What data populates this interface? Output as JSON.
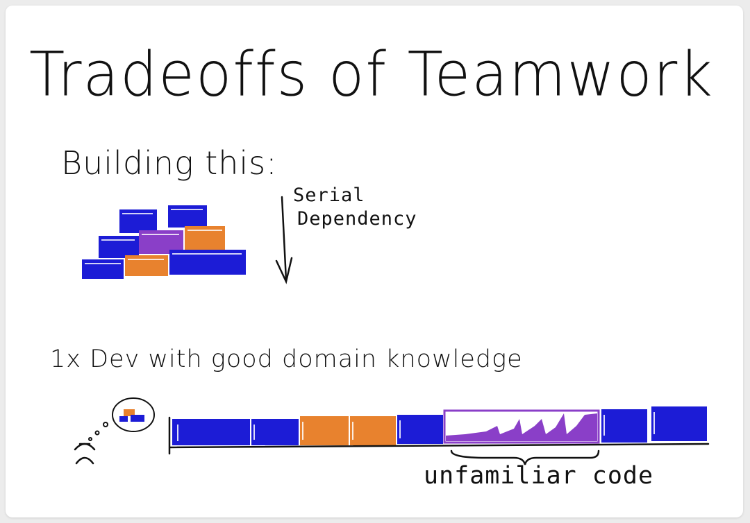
{
  "title": "Tradeoffs of Teamwork",
  "subtitle": "Building this:",
  "arrow_label": [
    "Serial",
    "Dependency"
  ],
  "timeline_label": "1x Dev with good domain knowledge",
  "bracket_label": "unfamiliar code",
  "colors": {
    "blue": "#1c1cd6",
    "orange": "#e8822e",
    "purple": "#8a3fc8",
    "ink": "#111111"
  },
  "icons": [
    "person-icon",
    "thought-bubble-icon",
    "down-arrow-icon",
    "curly-brace-icon"
  ]
}
